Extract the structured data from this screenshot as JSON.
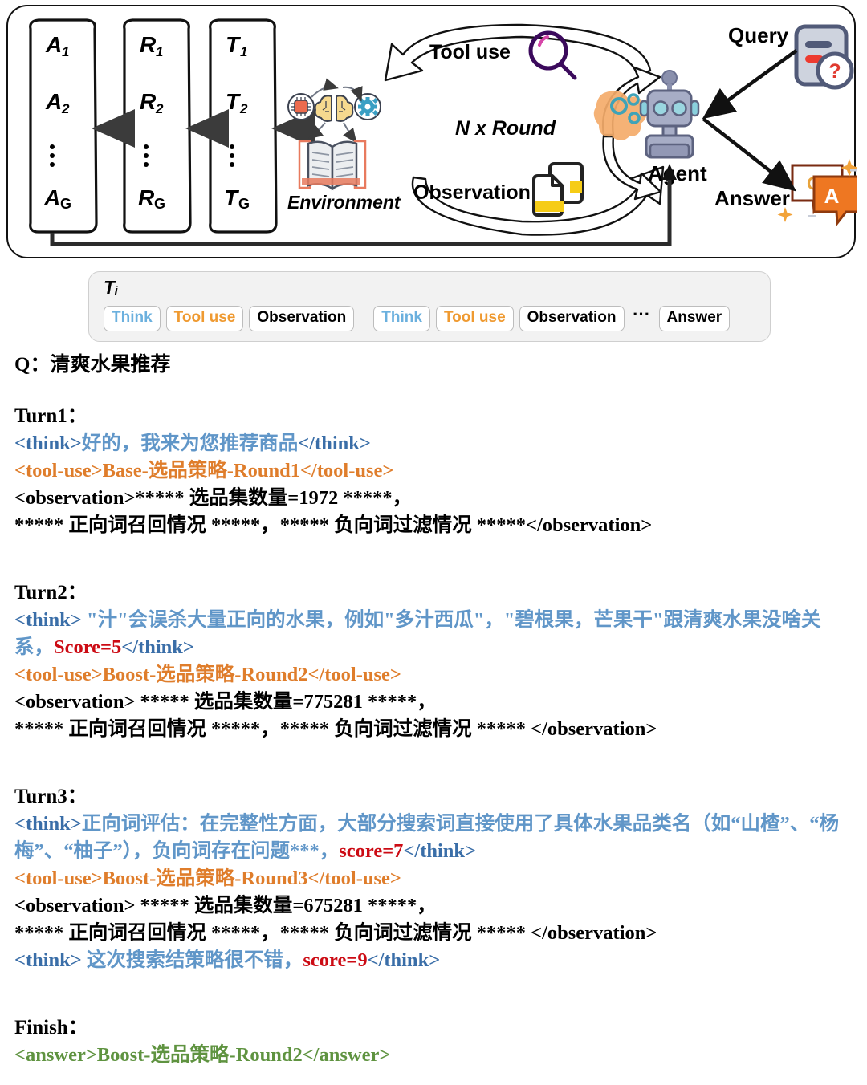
{
  "diagram": {
    "columns": [
      {
        "name": "actions-column",
        "items": [
          "A₁",
          "A₂",
          "⋮",
          "Aɢ"
        ]
      },
      {
        "name": "rewards-column",
        "items": [
          "R₁",
          "R₂",
          "⋮",
          "Rɢ"
        ]
      },
      {
        "name": "trajectory-column",
        "items": [
          "T₁",
          "T₂",
          "⋮",
          "Tɢ"
        ]
      }
    ],
    "labels": {
      "environment": "Environment",
      "tool_use": "Tool use",
      "n_x_round": "N x Round",
      "observation": "Observation",
      "agent": "Agent",
      "query": "Query",
      "answer": "Answer",
      "qa_q": "Q",
      "qa_a": "A",
      "query_question_mark": "?"
    }
  },
  "timeline": {
    "title": "T",
    "title_sub": "i",
    "chips": [
      {
        "label": "Think",
        "kind": "think"
      },
      {
        "label": "Tool use",
        "kind": "tooluse"
      },
      {
        "label": "Observation",
        "kind": "obs"
      },
      {
        "label": "Think",
        "kind": "think"
      },
      {
        "label": "Tool use",
        "kind": "tooluse"
      },
      {
        "label": "Observation",
        "kind": "obs"
      }
    ],
    "ellipsis": "⋯",
    "final_chip": {
      "label": "Answer",
      "kind": "answer"
    }
  },
  "transcript": {
    "question": "Q：清爽水果推荐",
    "turn1": {
      "heading": "Turn1：",
      "think_open": "<think>",
      "think_text": "好的，我来为您推荐商品",
      "think_close": "</think>",
      "tool_use": "<tool-use>Base-选品策略-Round1</tool-use>",
      "obs_line1": "<observation>***** 选品集数量=1972 *****，",
      "obs_line2": "***** 正向词召回情况 *****，***** 负向词过滤情况 *****</observation>"
    },
    "turn2": {
      "heading": "Turn2：",
      "think_open": "<think>",
      "think_text": " \"汁\"会误杀大量正向的水果，例如\"多汁西瓜\"，\"碧根果，芒果干\"跟清爽水果没啥关系，",
      "score": "Score=5",
      "think_close": "</think>",
      "tool_use": "<tool-use>Boost-选品策略-Round2</tool-use>",
      "obs_line1": "<observation> ***** 选品集数量=775281 *****，",
      "obs_line2": "***** 正向词召回情况 *****，***** 负向词过滤情况 ***** </observation>"
    },
    "turn3": {
      "heading": "Turn3：",
      "think_open": "<think>",
      "think_text": "正向词评估：在完整性方面，大部分搜索词直接使用了具体水果品类名（如“山楂”、“杨梅”、“柚子”），负向词存在问题***，",
      "score": "score=7",
      "think_close": "</think>",
      "tool_use": "<tool-use>Boost-选品策略-Round3</tool-use>",
      "obs_line1": "<observation> ***** 选品集数量=675281 *****，",
      "obs_line2": "***** 正向词召回情况 *****，***** 负向词过滤情况 ***** </observation>",
      "think2_open": "<think>",
      "think2_text": " 这次搜索结策略很不错，",
      "score2": "score=9",
      "think2_close": "</think>"
    },
    "finish": {
      "heading": "Finish：",
      "answer": "<answer>Boost-选品策略-Round2</answer>"
    }
  },
  "colors": {
    "think": "#6096c8",
    "think_tag": "#3a6ea8",
    "tool_use": "#df7d2b",
    "observation": "#000000",
    "score": "#cc0b14",
    "answer": "#5f9340",
    "chip_think": "#6bb0de",
    "chip_tool_use": "#ef9a31",
    "panel_bg": "#f2f2f2"
  }
}
